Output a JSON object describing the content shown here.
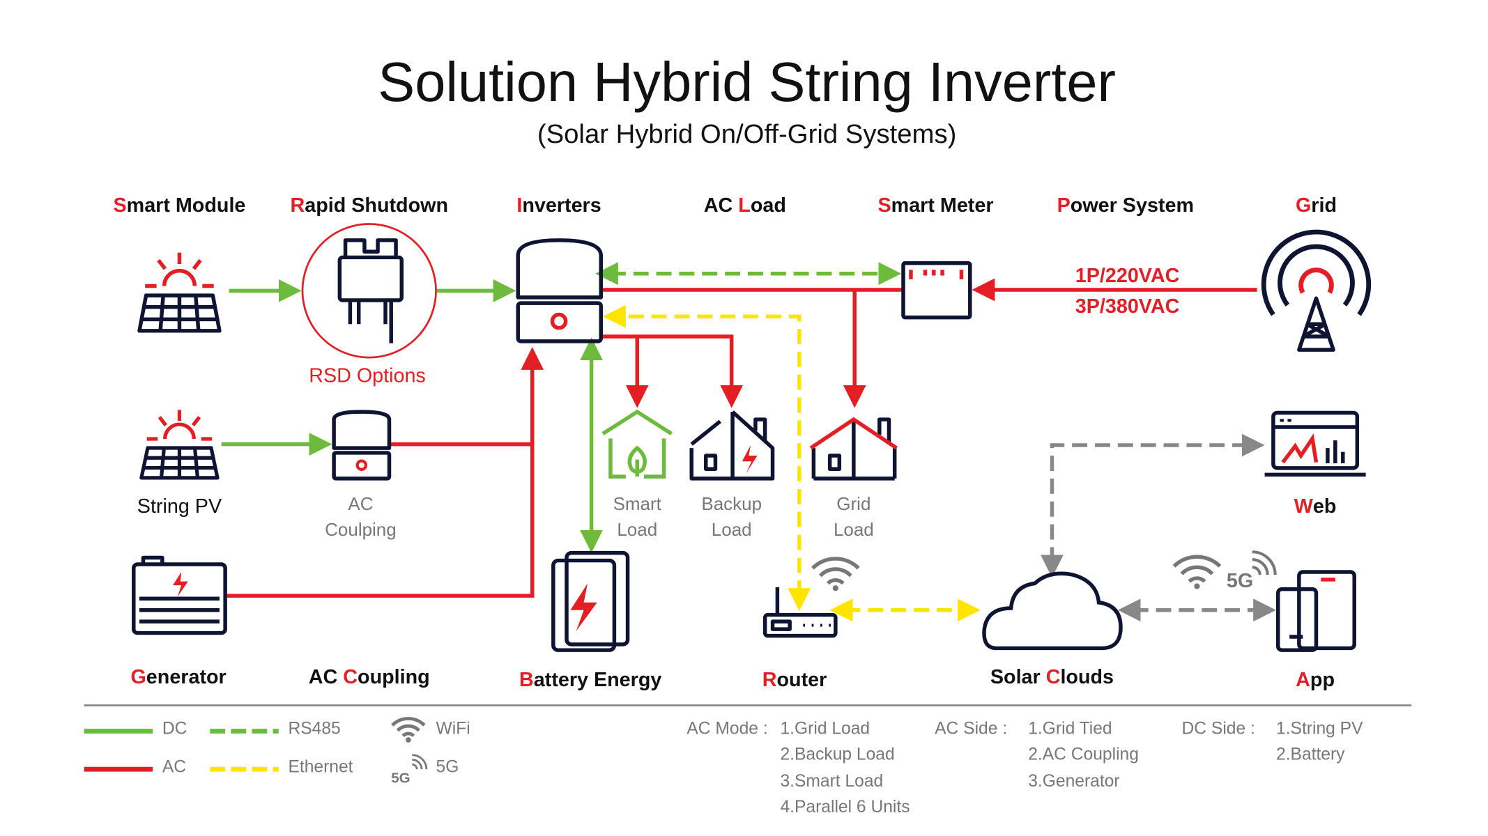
{
  "title": "Solution Hybrid String Inverter",
  "subtitle": "(Solar Hybrid On/Off-Grid Systems)",
  "colors": {
    "dc": "#6cbb3c",
    "ac": "#e31e24",
    "ethernet": "#ffe400",
    "cloud_link": "#888888",
    "icon": "#0f1433",
    "text_gray": "#777777"
  },
  "headers": [
    {
      "accent": "S",
      "rest": "mart Module"
    },
    {
      "accent": "R",
      "rest": "apid Shutdown"
    },
    {
      "accent": "I",
      "rest": "nverters"
    },
    {
      "pre": "AC ",
      "accent": "L",
      "rest": "oad"
    },
    {
      "accent": "S",
      "rest": "mart Meter"
    },
    {
      "accent": "P",
      "rest": "ower System"
    },
    {
      "accent": "G",
      "rest": "rid"
    }
  ],
  "rsd_options": "RSD Options",
  "grid_voltage": [
    "1P/220VAC",
    "3P/380VAC"
  ],
  "loads": {
    "smart": [
      "Smart",
      "Load"
    ],
    "backup": [
      "Backup",
      "Load"
    ],
    "grid": [
      "Grid",
      "Load"
    ]
  },
  "string_pv": "String PV",
  "ac_coupling_device": [
    "AC",
    "Coulping"
  ],
  "bottom_labels": {
    "generator": {
      "accent": "G",
      "rest": "enerator"
    },
    "ac_coupling": {
      "pre": "AC ",
      "accent": "C",
      "rest": "oupling"
    },
    "battery": {
      "accent": "B",
      "rest": "attery Energy"
    },
    "router": {
      "accent": "R",
      "rest": "outer"
    },
    "clouds": {
      "pre": "Solar ",
      "accent": "C",
      "rest": "louds"
    },
    "web": {
      "accent": "W",
      "rest": "eb"
    },
    "app": {
      "accent": "A",
      "rest": "pp"
    }
  },
  "app_5g": "5G",
  "legend": {
    "dc": "DC",
    "ac": "AC",
    "rs485": "RS485",
    "ethernet": "Ethernet",
    "wifi": "WiFi",
    "fiveg": "5G",
    "fiveg_icon": "5G",
    "ac_mode": {
      "label": "AC Mode :",
      "items": [
        "1.Grid Load",
        "2.Backup Load",
        "3.Smart Load",
        "4.Parallel 6 Units"
      ]
    },
    "ac_side": {
      "label": "AC Side :",
      "items": [
        "1.Grid Tied",
        "2.AC Coupling",
        "3.Generator"
      ]
    },
    "dc_side": {
      "label": "DC Side :",
      "items": [
        "1.String PV",
        "2.Battery"
      ]
    }
  }
}
